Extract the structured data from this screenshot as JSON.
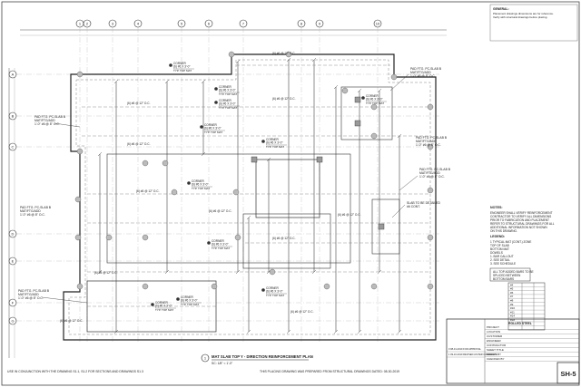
{
  "sheet": {
    "number": "SH-5",
    "plan_title": "MAT SLAB TOP Y - DIRECTION REINFORCEMENT PLAN",
    "plan_scale": "SC: 1/8\" = 1'-0\"",
    "plan_number": "1",
    "note_bottom_left": "USE IN CONJUNCTION WITH THE DRAWING S1.1, S1.2 FOR SECTIONS AND DRAWINGS S1.3",
    "note_bottom_center": "THIS PLACING DRAWING WAS PREPARED FROM STRUCTURAL DRAWINGS DATED: 08-30-2019"
  },
  "grid": {
    "top_bubbles": [
      "1",
      "2",
      "3",
      "4",
      "5",
      "6",
      "7",
      "8",
      "9",
      "10"
    ],
    "left_bubbles": [
      "A",
      "B",
      "C",
      "D",
      "E",
      "F",
      "G"
    ]
  },
  "labels": {
    "corner_bar": "CORNER",
    "corner_bar_detail": "(6) #6 X 3'-0\"",
    "typ_mat": "TYP. TOP MAT",
    "typ_mat_detail": "(2) TYP. MAT (CONT.)",
    "pad_ftg": "PAD FTG. PC-SLAB B",
    "pad_ftg_detail": "MAT/FTG/ADD",
    "pad_ftg_sub": "1'-0\" #6 @ 8\" O.C.",
    "bar_run": "(6) #6 @ 12\" O.C.",
    "slab_note": "SLAB TO BE DETAILED",
    "cont_bars": "#6 CONT."
  },
  "notes_block": {
    "title": "NOTES:",
    "lines": [
      "ENGINEER SHALL VERIFY REINFORCEMENT",
      "CONTRACTOR TO VERIFY ALL DIMENSIONS",
      "PRIOR TO FABRICATION AND PLACEMENT",
      "REFER TO STRUCTURAL DRAWINGS FOR ALL",
      "ADDITIONAL INFORMATION NOT SHOWN",
      "ON THIS DRAWING."
    ]
  },
  "legend": {
    "title": "LEGEND:",
    "lines": [
      "1 TYPICAL MAT (CONT.) ZONE",
      "TOP OF SLAB",
      "BOTTOM MAT",
      "DOWELS",
      "1. BAR CALLOUT",
      "2. SEE DETAIL",
      "3. SEE SCHEDULE"
    ]
  },
  "boxed_note": {
    "lines": [
      "ALL TOP ADDED BARS TO BE",
      "SPLICED BETWEEN",
      "BOTTOM BARS"
    ]
  },
  "schedule": {
    "rows": [
      "#4",
      "#5",
      "#6",
      "#7",
      "#8",
      "#9",
      "#10",
      "#11",
      "#14",
      "#18",
      "",
      ""
    ]
  },
  "title_block": {
    "company_header": "ROLLED STEEL",
    "fields": [
      "PROJECT",
      "LOCATION",
      "CUSTOMER",
      "ENGINEER",
      "CONTRACTOR",
      "SHEET TITLE",
      "DRAWN BY",
      "CHECKED BY"
    ],
    "revisions": [
      "0  08-31-2019  FOR APPROVAL",
      "1  09-10-2019  REVISED AS PER COMMENTS"
    ]
  },
  "top_right_note": {
    "title": "GENERAL:",
    "text": "Placement drawings dimensions are for reference. Verify with structural drawings before placing."
  },
  "colors": {
    "line": "#333333",
    "light": "#777777",
    "fill": "#bbbbbb"
  }
}
